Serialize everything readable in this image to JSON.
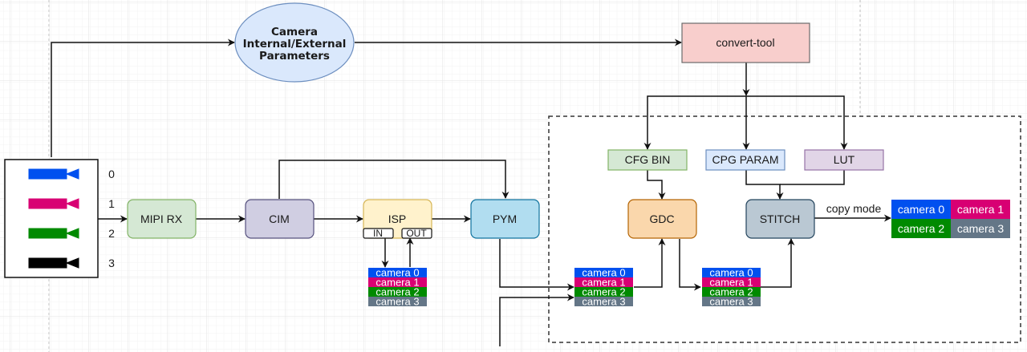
{
  "canvas": {
    "background": "#ffffff",
    "grid_color": "#e6e6e6",
    "grid_minor_color": "#f3f3f3",
    "page_boundary_color": "#cfcfcf"
  },
  "nodes": {
    "params": {
      "label_lines": [
        "Camera",
        "Internal/External",
        "Parameters"
      ],
      "fill": "#dae8fc",
      "stroke": "#6c8ebf"
    },
    "convert_tool": {
      "label": "convert-tool",
      "fill": "#f8cecc",
      "stroke": "#6b6b6b"
    },
    "cfg_bin": {
      "label": "CFG BIN",
      "fill": "#d5e8d4",
      "stroke": "#82b366"
    },
    "cpg_param": {
      "label": "CPG PARAM",
      "fill": "#dae8fc",
      "stroke": "#6c8ebf"
    },
    "lut": {
      "label": "LUT",
      "fill": "#e1d5e7",
      "stroke": "#9673a6"
    },
    "mipi_rx": {
      "label": "MIPI RX",
      "fill": "#d5e8d4",
      "stroke": "#82b366"
    },
    "cim": {
      "label": "CIM",
      "fill": "#d0cee2",
      "stroke": "#56517e"
    },
    "isp": {
      "label": "ISP",
      "fill": "#fff2cc",
      "stroke": "#d6b656",
      "port_in": "IN",
      "port_out": "OUT"
    },
    "pym": {
      "label": "PYM",
      "fill": "#b1ddf0",
      "stroke": "#10739e"
    },
    "gdc": {
      "label": "GDC",
      "fill": "#fad7ac",
      "stroke": "#b46504"
    },
    "stitch": {
      "label": "STITCH",
      "fill": "#bac8d3",
      "stroke": "#23445d"
    }
  },
  "camera_group": {
    "labels": [
      "0",
      "1",
      "2",
      "3"
    ],
    "colors": [
      "#0050ef",
      "#d80073",
      "#008a00",
      "#000000"
    ]
  },
  "camera_stack": {
    "labels": [
      "camera 0",
      "camera 1",
      "camera 2",
      "camera 3"
    ],
    "colors": [
      "#0050ef",
      "#d80073",
      "#008a00",
      "#647687"
    ]
  },
  "edges": {
    "copy_mode_label": "copy mode"
  },
  "output_grid": {
    "labels": [
      "camera 0",
      "camera 1",
      "camera 2",
      "camera 3"
    ],
    "colors": [
      "#0050ef",
      "#d80073",
      "#008a00",
      "#647687"
    ]
  }
}
